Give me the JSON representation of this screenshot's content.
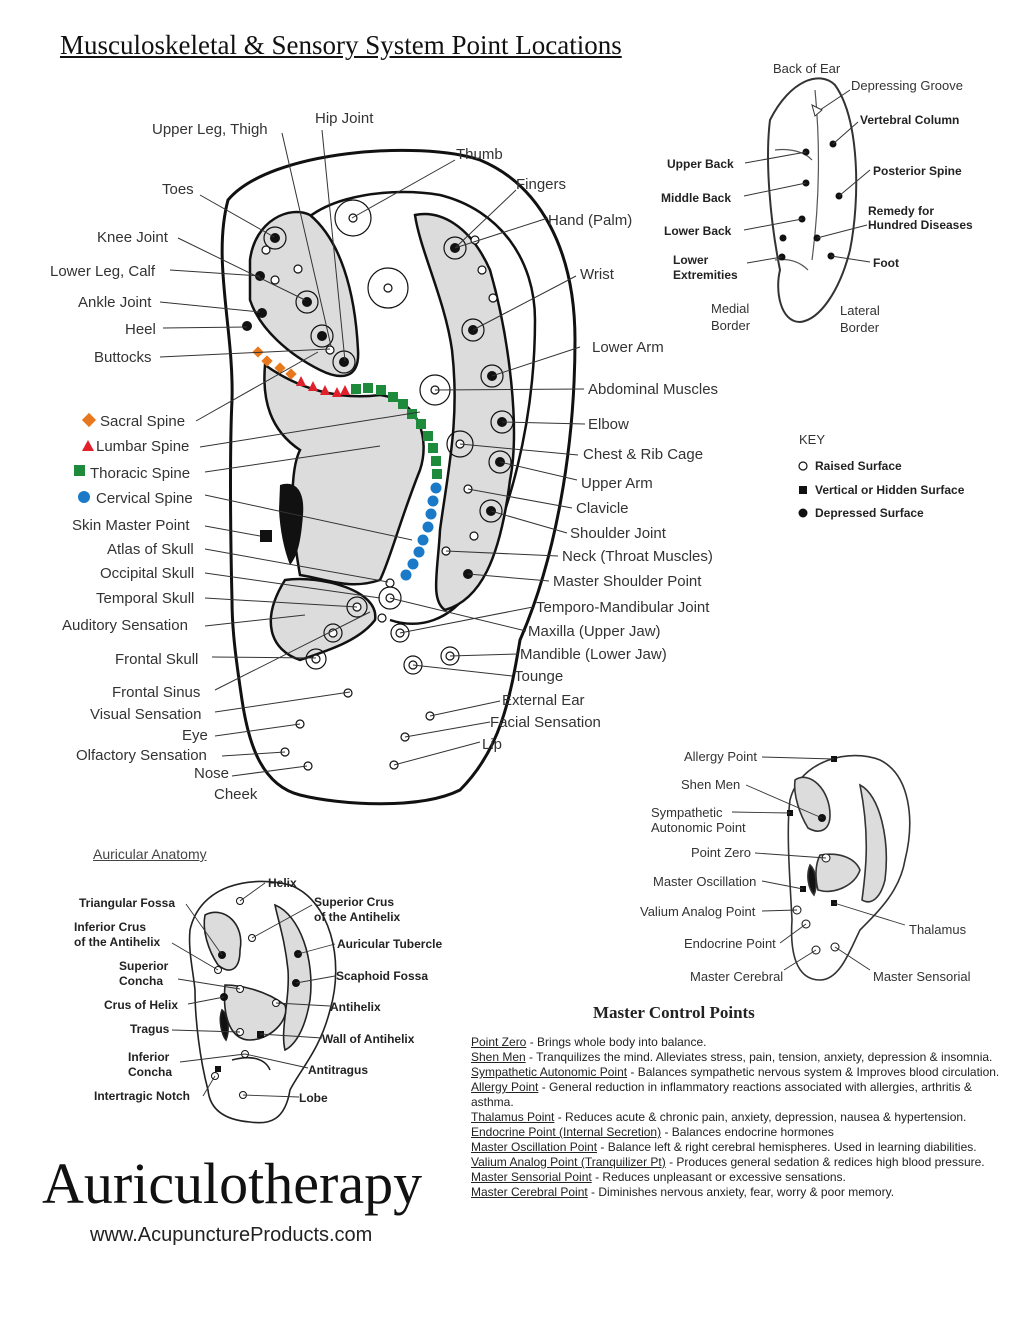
{
  "title": "Musculoskeletal & Sensory System Point Locations",
  "main_left_labels": [
    "Upper Leg, Thigh",
    "Toes",
    "Knee Joint",
    "Lower Leg, Calf",
    "Ankle Joint",
    "Heel",
    "Buttocks",
    "Sacral Spine",
    "Lumbar Spine",
    "Thoracic Spine",
    "Cervical Spine",
    "Skin Master Point",
    "Atlas of Skull",
    "Occipital Skull",
    "Temporal Skull",
    "Auditory Sensation",
    "Frontal Skull",
    "Frontal Sinus",
    "Visual Sensation",
    "Eye",
    "Olfactory Sensation",
    "Nose",
    "Cheek"
  ],
  "main_top_labels": [
    "Hip Joint",
    "Thumb",
    "Fingers"
  ],
  "main_right_labels": [
    "Hand (Palm)",
    "Wrist",
    "Lower Arm",
    "Abdominal Muscles",
    "Elbow",
    "Chest & Rib Cage",
    "Upper Arm",
    "Clavicle",
    "Shoulder Joint",
    "Neck (Throat Muscles)",
    "Master Shoulder Point",
    "Temporo-Mandibular Joint",
    "Maxilla (Upper Jaw)",
    "Mandible (Lower Jaw)",
    "Tounge",
    "External Ear",
    "Facial Sensation",
    "Lip"
  ],
  "back_of_ear": {
    "labels": [
      "Back of Ear",
      "Depressing Groove",
      "Vertebral Column",
      "Upper Back",
      "Posterior Spine",
      "Middle Back",
      "Remedy for",
      "Hundred Diseases",
      "Lower Back",
      "Lower",
      "Extremities",
      "Foot",
      "Medial",
      "Border",
      "Lateral",
      "Border"
    ]
  },
  "key": {
    "title": "KEY",
    "items": [
      "Raised Surface",
      "Vertical or Hidden Surface",
      "Depressed Surface"
    ]
  },
  "anatomy": {
    "title": "Auricular Anatomy",
    "labels": [
      "Helix",
      "Triangular Fossa",
      "Superior Crus",
      "of the Antihelix",
      "Inferior Crus",
      "of the Antihelix",
      "Auricular Tubercle",
      "Superior",
      "Concha",
      "Scaphoid Fossa",
      "Crus of Helix",
      "Antihelix",
      "Tragus",
      "Wall of Antihelix",
      "Inferior",
      "Concha",
      "Antitragus",
      "Intertragic Notch",
      "Lobe"
    ]
  },
  "master_diagram": {
    "labels": [
      "Allergy Point",
      "Shen Men",
      "Sympathetic",
      "Autonomic Point",
      "Point Zero",
      "Master Oscillation",
      "Valium Analog Point",
      "Thalamus",
      "Endocrine Point",
      "Master Cerebral",
      "Master Sensorial"
    ]
  },
  "master_control": {
    "title": "Master Control Points",
    "items": [
      {
        "name": "Point Zero",
        "desc": " - Brings whole body into balance."
      },
      {
        "name": "Shen Men",
        "desc": " - Tranquilizes the mind. Alleviates stress, pain, tension, anxiety, depression & insomnia."
      },
      {
        "name": "Sympathetic Autonomic Point",
        "desc": " - Balances sympathetic nervous system & Improves blood circulation."
      },
      {
        "name": "Allergy Point",
        "desc": " - General reduction in inflammatory reactions associated with allergies, arthritis & asthma."
      },
      {
        "name": "Thalamus Point",
        "desc": " - Reduces acute & chronic pain, anxiety, depression, nausea & hypertension."
      },
      {
        "name": "Endocrine Point (Internal Secretion)",
        "desc": " - Balances endocrine hormones"
      },
      {
        "name": "Master Oscillation Point",
        "desc": " - Balance left & right cerebral hemispheres. Used in learning diabilities."
      },
      {
        "name": "Valium Analog Point (Tranquilizer Pt)",
        "desc": " - Produces general sedation & redices high blood pressure."
      },
      {
        "name": "Master Sensorial Point",
        "desc": " - Reduces unpleasant or excessive sensations."
      },
      {
        "name": "Master Cerebral Point",
        "desc": " - Diminishes nervous anxiety, fear, worry & poor memory."
      }
    ]
  },
  "brand": "Auriculotherapy",
  "website": "www.AcupunctureProducts.com",
  "colors": {
    "sacral": "#e8781e",
    "lumbar": "#e0202a",
    "thoracic": "#1e8a3c",
    "cervical": "#1a7ac8",
    "shade": "#dcdcdc"
  }
}
